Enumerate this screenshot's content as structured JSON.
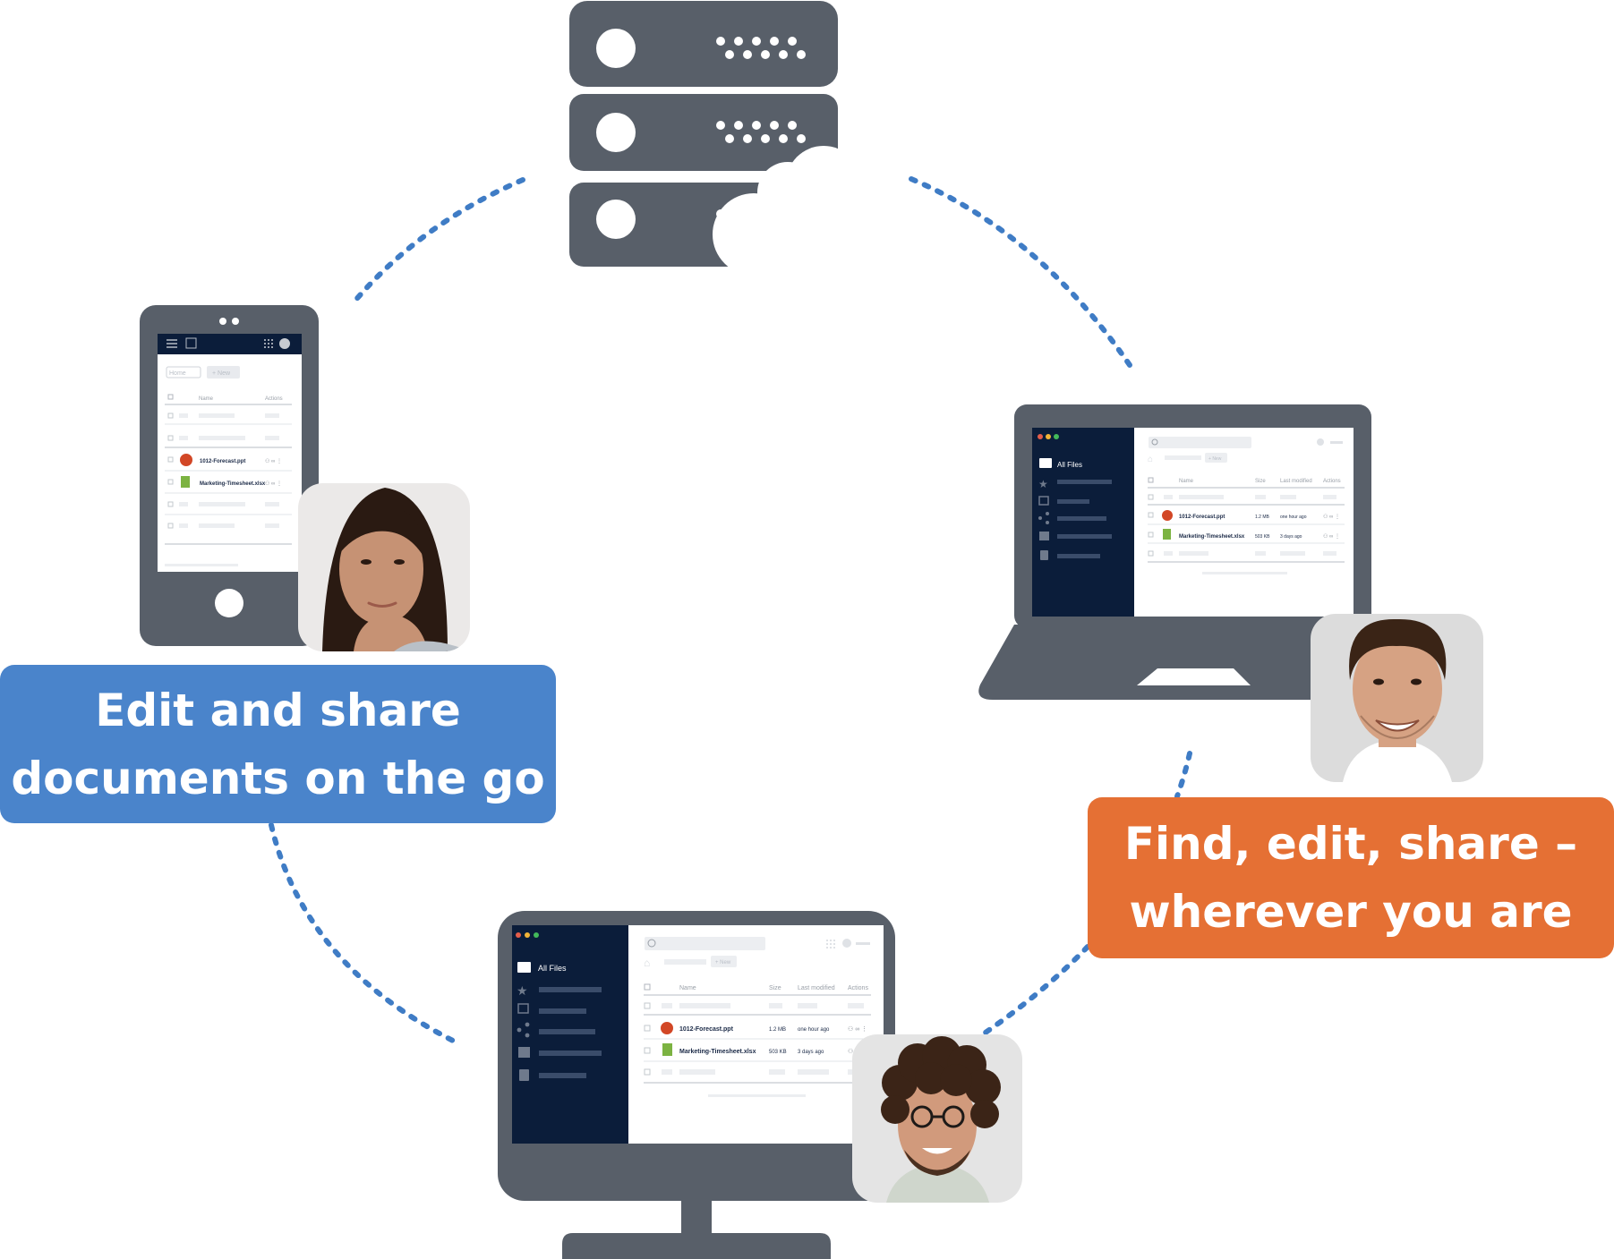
{
  "colors": {
    "device": "#585f69",
    "navy": "#0b1d3a",
    "dots": "#3f7cc5",
    "blue_box": "#4a84cb",
    "orange_box": "#e57034",
    "ppt": "#d24726",
    "xlsx": "#7cb342"
  },
  "icons": {
    "server": "server-stack-icon",
    "cloud": "cloud-icon",
    "phone": "smartphone-icon",
    "laptop": "laptop-icon",
    "monitor": "desktop-monitor-icon"
  },
  "captions": {
    "left": {
      "line1": "Edit and share",
      "line2": "documents on the go"
    },
    "right": {
      "line1": "Find, edit, share –",
      "line2": "wherever you are"
    }
  },
  "file_ui": {
    "sidebar_all_files": "All Files",
    "new_button": "New",
    "breadcrumb_home": "Home",
    "columns": {
      "name": "Name",
      "size": "Size",
      "modified": "Last modified",
      "actions": "Actions"
    },
    "files": [
      {
        "name": "1012-Forecast.ppt",
        "size": "1.2 MB",
        "modified": "one hour ago",
        "type": "ppt"
      },
      {
        "name": "Marketing-Timesheet.xlsx",
        "size": "503 KB",
        "modified": "3 days ago",
        "type": "xlsx"
      }
    ]
  },
  "people": [
    {
      "role": "mobile-user",
      "hair": "#2a1a12",
      "skin": "#c69274"
    },
    {
      "role": "laptop-user",
      "hair": "#3a2416",
      "skin": "#d6a283"
    },
    {
      "role": "desktop-user",
      "hair": "#3b2417",
      "skin": "#d19a7c"
    }
  ]
}
